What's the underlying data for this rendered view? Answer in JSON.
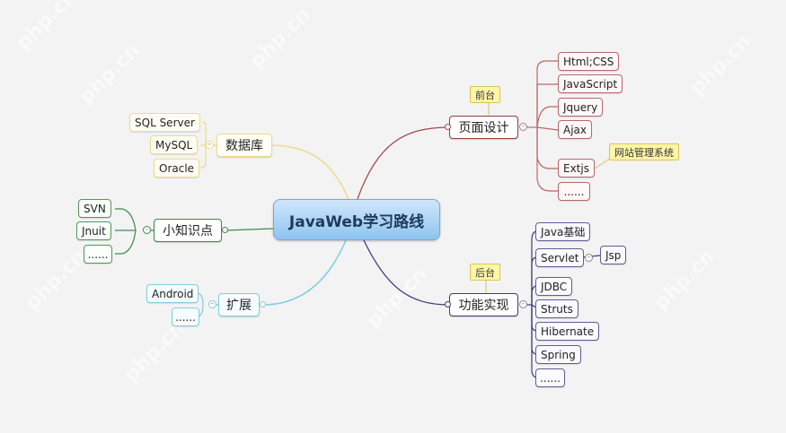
{
  "title": "JavaWeb学习路线",
  "colors": {
    "background": "#f3f3f4",
    "root_fill": "#8ec4f0",
    "frontend_branch": "#a84848",
    "backend_branch": "#3a3f7a",
    "database_branch": "#efdc86",
    "tips_branch": "#3f8a4a",
    "extension_branch": "#7fcfe0",
    "callout_fill": "#fff6a8"
  },
  "branches": {
    "frontend": {
      "label": "页面设计",
      "callout": "前台",
      "children": [
        "Html;CSS",
        "JavaScript",
        "Jquery",
        "Ajax",
        "Extjs",
        "......"
      ],
      "extjs_callout": "网站管理系统"
    },
    "backend": {
      "label": "功能实现",
      "callout": "后台",
      "children": [
        "Java基础",
        "Servlet",
        "JDBC",
        "Struts",
        "Hibernate",
        "Spring",
        "......"
      ],
      "servlet_child": "Jsp"
    },
    "database": {
      "label": "数据库",
      "children": [
        "SQL Server",
        "MySQL",
        "Oracle"
      ]
    },
    "tips": {
      "label": "小知识点",
      "children": [
        "SVN",
        "Jnuit",
        "......"
      ]
    },
    "extension": {
      "label": "扩展",
      "children": [
        "Android",
        "......"
      ]
    }
  },
  "watermark": "php.cn"
}
